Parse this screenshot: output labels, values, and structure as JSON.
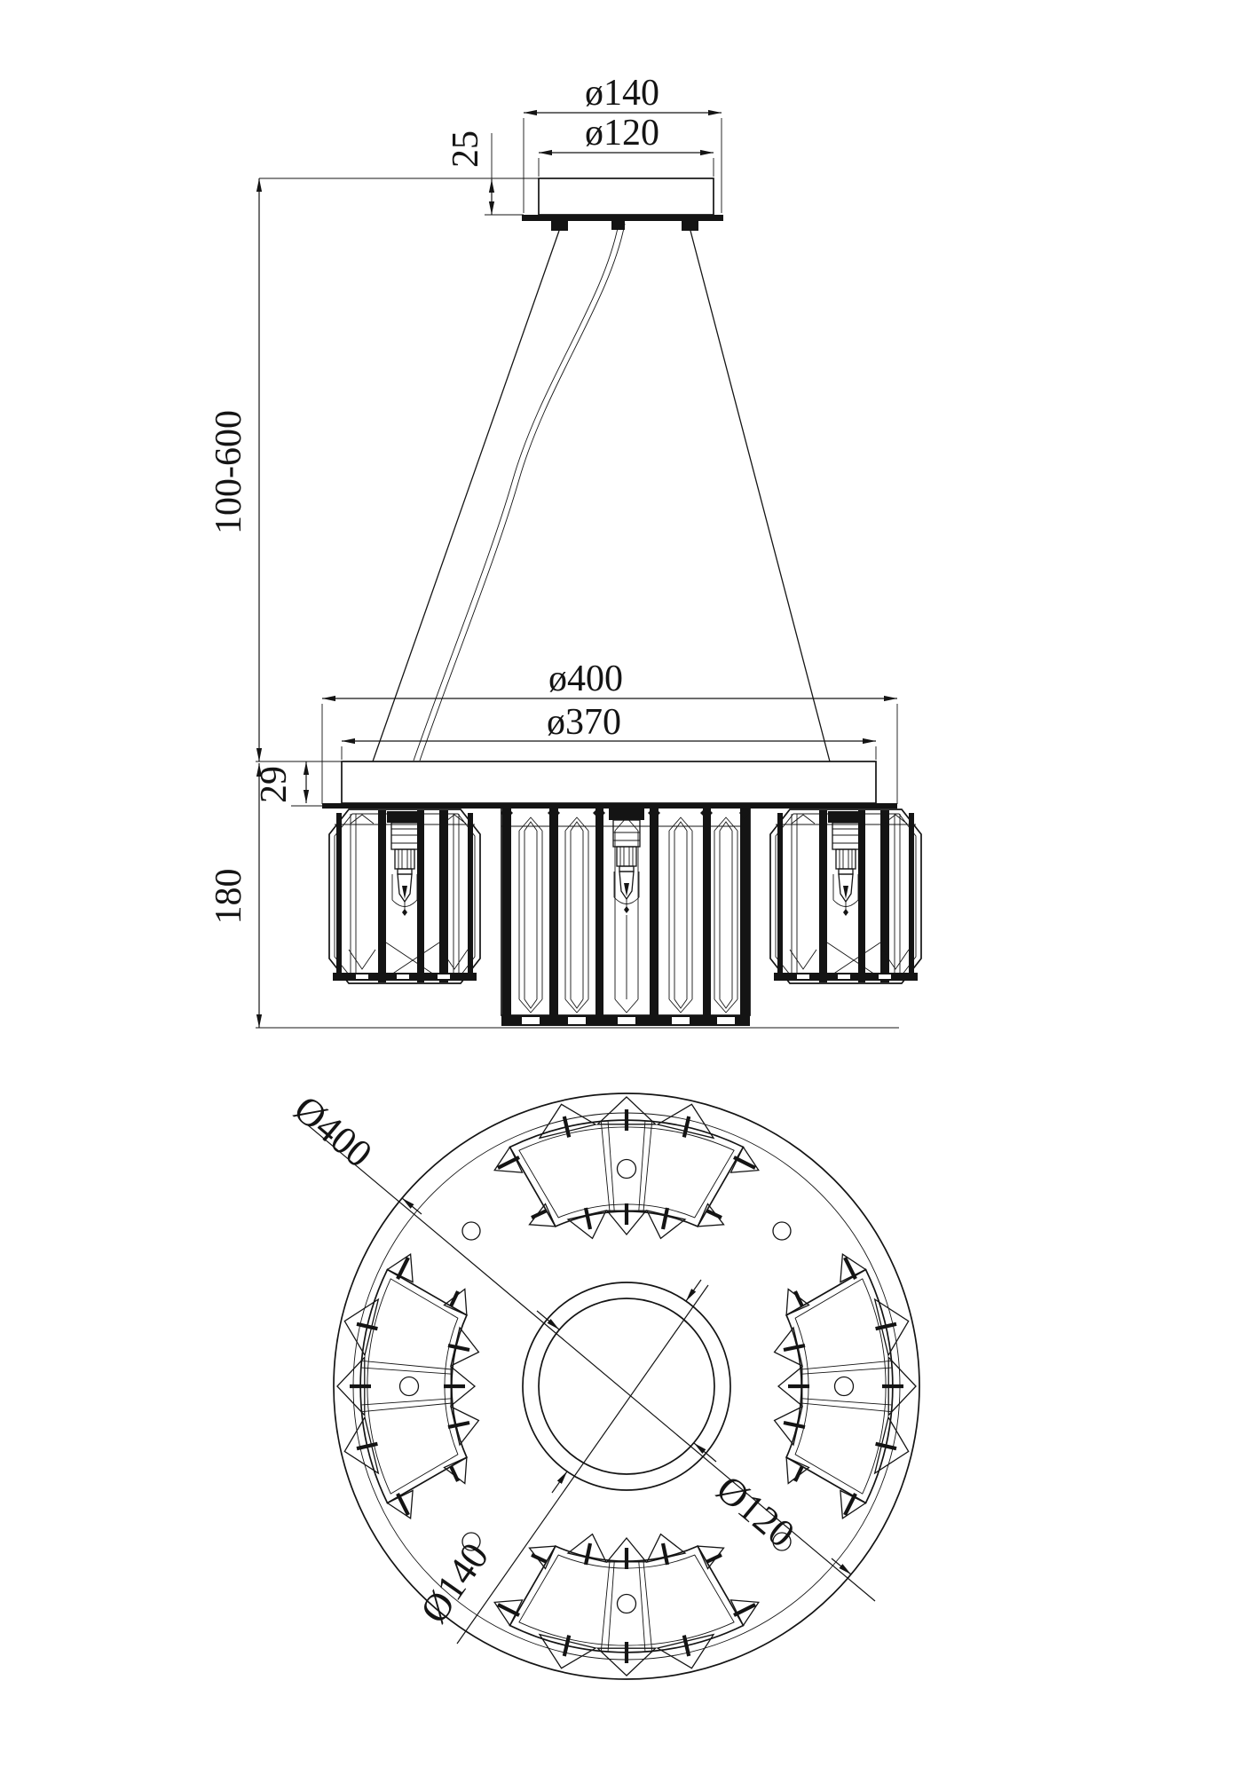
{
  "front": {
    "dims": {
      "canopy_outer": "ø140",
      "canopy_inner": "ø120",
      "canopy_height": "25",
      "suspension": "100-600",
      "plate_outer": "ø400",
      "plate_inner": "ø370",
      "plate_thickness": "29",
      "body_height": "180"
    }
  },
  "plan": {
    "dims": {
      "outer": "Ø400",
      "hub_outer": "Ø140",
      "hub_inner": "Ø120"
    }
  },
  "colors": {
    "line": "#141414",
    "background": "#ffffff"
  }
}
